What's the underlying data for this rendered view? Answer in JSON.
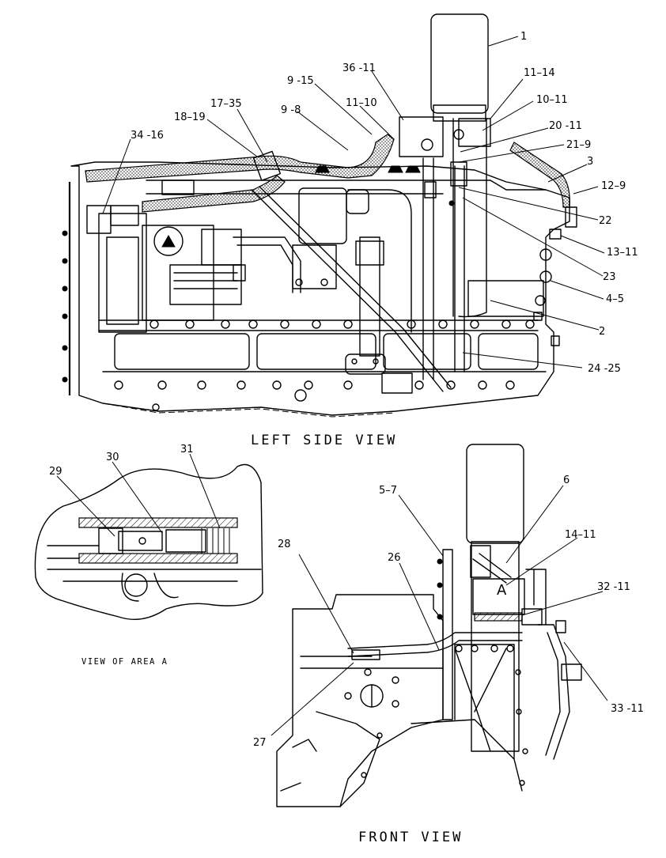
{
  "views": {
    "left_side": "LEFT SIDE VIEW",
    "area_a": "VIEW OF AREA A",
    "front": "FRONT VIEW"
  },
  "area_marker": "A",
  "callouts": {
    "c1": "1",
    "c36_11": "36 -11",
    "c11_14": "11–14",
    "c9_15": "9 -15",
    "c10_11": "10–11",
    "c11_10": "11–10",
    "c17_35": "17–35",
    "c9_8": "9 -8",
    "c20_11": "20 -11",
    "c18_19": "18–19",
    "c34_16": "34 -16",
    "c21_9": "21–9",
    "c3": "3",
    "c12_9": "12–9",
    "c22": "22",
    "c13_11": "13–11",
    "c23": "23",
    "c4_5": "4–5",
    "c2": "2",
    "c24_25": "24 -25",
    "c30": "30",
    "c31": "31",
    "c29": "29",
    "c5_7": "5–7",
    "c6": "6",
    "c14_11": "14–11",
    "c26": "26",
    "c28": "28",
    "c32_11": "32 -11",
    "c33_11": "33 -11",
    "c27": "27"
  }
}
